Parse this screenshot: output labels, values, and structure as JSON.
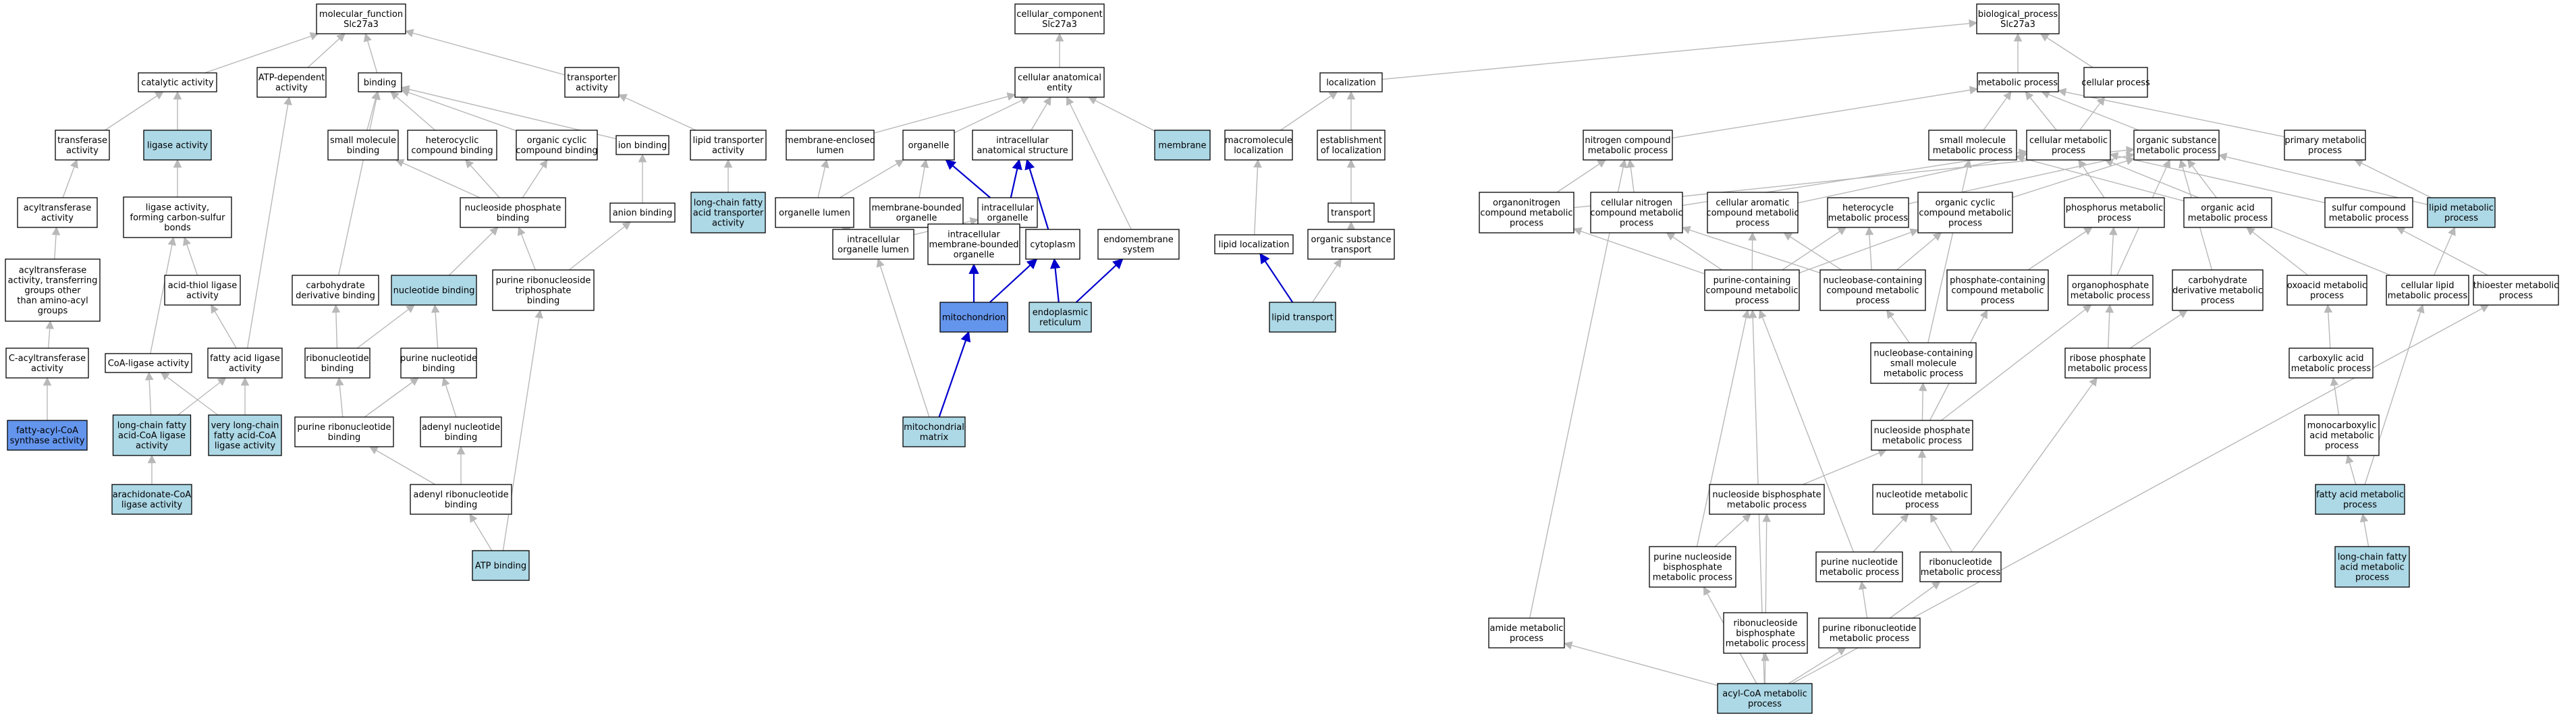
{
  "colors": {
    "node_default": "#ffffff",
    "node_light": "#add8e6",
    "node_dark": "#6495ed",
    "edge_default": "#b8b8b8",
    "edge_highlight": "#0000cc"
  },
  "nodes": [
    {
      "id": "mf",
      "label": "molecular_function\nSlc27a3",
      "fill": "white"
    },
    {
      "id": "catalytic",
      "label": "catalytic activity",
      "fill": "white"
    },
    {
      "id": "atpdep",
      "label": "ATP-dependent\nactivity",
      "fill": "white"
    },
    {
      "id": "binding",
      "label": "binding",
      "fill": "white"
    },
    {
      "id": "transporter",
      "label": "transporter\nactivity",
      "fill": "white"
    },
    {
      "id": "transferase",
      "label": "transferase\nactivity",
      "fill": "white"
    },
    {
      "id": "ligase",
      "label": "ligase activity",
      "fill": "light"
    },
    {
      "id": "smbind",
      "label": "small molecule\nbinding",
      "fill": "white"
    },
    {
      "id": "hetbind",
      "label": "heterocyclic\ncompound binding",
      "fill": "white"
    },
    {
      "id": "orgcycbind",
      "label": "organic cyclic\ncompound binding",
      "fill": "white"
    },
    {
      "id": "ionbind",
      "label": "ion binding",
      "fill": "white"
    },
    {
      "id": "lipidtrans",
      "label": "lipid transporter\nactivity",
      "fill": "white"
    },
    {
      "id": "acyltrans",
      "label": "acyltransferase\nactivity",
      "fill": "white"
    },
    {
      "id": "ligasecs",
      "label": "ligase activity,\nforming carbon-sulfur\nbonds",
      "fill": "white"
    },
    {
      "id": "nucphosbind",
      "label": "nucleoside phosphate\nbinding",
      "fill": "white"
    },
    {
      "id": "anionbind",
      "label": "anion binding",
      "fill": "white"
    },
    {
      "id": "lcfatrans",
      "label": "long-chain fatty\nacid transporter\nactivity",
      "fill": "light"
    },
    {
      "id": "acyltransother",
      "label": "acyltransferase\nactivity, transferring\ngroups other\nthan amino-acyl\ngroups",
      "fill": "white"
    },
    {
      "id": "acidthiol",
      "label": "acid-thiol ligase\nactivity",
      "fill": "white"
    },
    {
      "id": "carbderiv",
      "label": "carbohydrate\nderivative binding",
      "fill": "white"
    },
    {
      "id": "nucbind",
      "label": "nucleotide binding",
      "fill": "light"
    },
    {
      "id": "purribotri",
      "label": "purine ribonucleoside\ntriphosphate\nbinding",
      "fill": "white"
    },
    {
      "id": "cacyl",
      "label": "C-acyltransferase\nactivity",
      "fill": "white"
    },
    {
      "id": "coaligase",
      "label": "CoA-ligase activity",
      "fill": "white"
    },
    {
      "id": "faligase",
      "label": "fatty acid ligase\nactivity",
      "fill": "white"
    },
    {
      "id": "ribobind",
      "label": "ribonucleotide\nbinding",
      "fill": "white"
    },
    {
      "id": "purnucbind",
      "label": "purine nucleotide\nbinding",
      "fill": "white"
    },
    {
      "id": "facoasynth",
      "label": "fatty-acyl-CoA\nsynthase activity",
      "fill": "dark"
    },
    {
      "id": "lcfacoa",
      "label": "long-chain fatty\nacid-CoA ligase\nactivity",
      "fill": "light"
    },
    {
      "id": "vlcfacoa",
      "label": "very long-chain\nfatty acid-CoA\nligase activity",
      "fill": "light"
    },
    {
      "id": "purribobind",
      "label": "purine ribonucleotide\nbinding",
      "fill": "white"
    },
    {
      "id": "adenylnucbind",
      "label": "adenyl nucleotide\nbinding",
      "fill": "white"
    },
    {
      "id": "arachcoa",
      "label": "arachidonate-CoA\nligase activity",
      "fill": "light"
    },
    {
      "id": "adenylribobind",
      "label": "adenyl ribonucleotide\nbinding",
      "fill": "white"
    },
    {
      "id": "atpbind",
      "label": "ATP binding",
      "fill": "light"
    },
    {
      "id": "cc",
      "label": "cellular_component\nSlc27a3",
      "fill": "white"
    },
    {
      "id": "cae",
      "label": "cellular anatomical\nentity",
      "fill": "white"
    },
    {
      "id": "membenc",
      "label": "membrane-enclosed\nlumen",
      "fill": "white"
    },
    {
      "id": "organelle",
      "label": "organelle",
      "fill": "white"
    },
    {
      "id": "intracellas",
      "label": "intracellular\nanatomical structure",
      "fill": "white"
    },
    {
      "id": "membrane",
      "label": "membrane",
      "fill": "light"
    },
    {
      "id": "orglumen",
      "label": "organelle lumen",
      "fill": "white"
    },
    {
      "id": "membbound",
      "label": "membrane-bounded\norganelle",
      "fill": "white"
    },
    {
      "id": "intraorg",
      "label": "intracellular\norganelle",
      "fill": "white"
    },
    {
      "id": "intraorglumen",
      "label": "intracellular\norganelle lumen",
      "fill": "white"
    },
    {
      "id": "intramembbound",
      "label": "intracellular\nmembrane-bounded\norganelle",
      "fill": "white"
    },
    {
      "id": "cytoplasm",
      "label": "cytoplasm",
      "fill": "white"
    },
    {
      "id": "endomemb",
      "label": "endomembrane\nsystem",
      "fill": "white"
    },
    {
      "id": "mito",
      "label": "mitochondrion",
      "fill": "dark"
    },
    {
      "id": "er",
      "label": "endoplasmic\nreticulum",
      "fill": "light"
    },
    {
      "id": "mitomatrix",
      "label": "mitochondrial\nmatrix",
      "fill": "light"
    },
    {
      "id": "localization",
      "label": "localization",
      "fill": "white"
    },
    {
      "id": "macroloc",
      "label": "macromolecule\nlocalization",
      "fill": "white"
    },
    {
      "id": "estloc",
      "label": "establishment\nof localization",
      "fill": "white"
    },
    {
      "id": "transport",
      "label": "transport",
      "fill": "white"
    },
    {
      "id": "lipidloc",
      "label": "lipid localization",
      "fill": "white"
    },
    {
      "id": "orgsubtrans",
      "label": "organic substance\ntransport",
      "fill": "white"
    },
    {
      "id": "lipidtransport",
      "label": "lipid transport",
      "fill": "light"
    },
    {
      "id": "bp",
      "label": "biological_process\nSlc27a3",
      "fill": "white"
    },
    {
      "id": "metproc",
      "label": "metabolic process",
      "fill": "white"
    },
    {
      "id": "cellproc",
      "label": "cellular process",
      "fill": "white"
    },
    {
      "id": "nitromet",
      "label": "nitrogen compound\nmetabolic process",
      "fill": "white"
    },
    {
      "id": "smallmolmet",
      "label": "small molecule\nmetabolic process",
      "fill": "white"
    },
    {
      "id": "cellmet",
      "label": "cellular metabolic\nprocess",
      "fill": "white"
    },
    {
      "id": "orgsubmet",
      "label": "organic substance\nmetabolic process",
      "fill": "white"
    },
    {
      "id": "primmet",
      "label": "primary metabolic\nprocess",
      "fill": "white"
    },
    {
      "id": "organonitro",
      "label": "organonitrogen\ncompound metabolic\nprocess",
      "fill": "white"
    },
    {
      "id": "cellnitro",
      "label": "cellular nitrogen\ncompound metabolic\nprocess",
      "fill": "white"
    },
    {
      "id": "cellarom",
      "label": "cellular aromatic\ncompound metabolic\nprocess",
      "fill": "white"
    },
    {
      "id": "heterocycmet",
      "label": "heterocycle\nmetabolic process",
      "fill": "white"
    },
    {
      "id": "orgcycmet",
      "label": "organic cyclic\ncompound metabolic\nprocess",
      "fill": "white"
    },
    {
      "id": "phosphorusmet",
      "label": "phosphorus metabolic\nprocess",
      "fill": "white"
    },
    {
      "id": "orgacidmet",
      "label": "organic acid\nmetabolic process",
      "fill": "white"
    },
    {
      "id": "sulfurmet",
      "label": "sulfur compound\nmetabolic process",
      "fill": "white"
    },
    {
      "id": "lipidmet",
      "label": "lipid metabolic\nprocess",
      "fill": "light"
    },
    {
      "id": "purinecontain",
      "label": "purine-containing\ncompound metabolic\nprocess",
      "fill": "white"
    },
    {
      "id": "nucbasecontain",
      "label": "nucleobase-containing\ncompound metabolic\nprocess",
      "fill": "white"
    },
    {
      "id": "phoscontain",
      "label": "phosphate-containing\ncompound metabolic\nprocess",
      "fill": "white"
    },
    {
      "id": "organophos",
      "label": "organophosphate\nmetabolic process",
      "fill": "white"
    },
    {
      "id": "carbderivmet",
      "label": "carbohydrate\nderivative metabolic\nprocess",
      "fill": "white"
    },
    {
      "id": "oxoacid",
      "label": "oxoacid metabolic\nprocess",
      "fill": "white"
    },
    {
      "id": "celllipid",
      "label": "cellular lipid\nmetabolic process",
      "fill": "white"
    },
    {
      "id": "thioester",
      "label": "thioester metabolic\nprocess",
      "fill": "white"
    },
    {
      "id": "nucbasesmall",
      "label": "nucleobase-containing\nsmall molecule\nmetabolic process",
      "fill": "white"
    },
    {
      "id": "ribosephos",
      "label": "ribose phosphate\nmetabolic process",
      "fill": "white"
    },
    {
      "id": "carboxacid",
      "label": "carboxylic acid\nmetabolic process",
      "fill": "white"
    },
    {
      "id": "nucphosmet",
      "label": "nucleoside phosphate\nmetabolic process",
      "fill": "white"
    },
    {
      "id": "monocarbox",
      "label": "monocarboxylic\nacid metabolic\nprocess",
      "fill": "white"
    },
    {
      "id": "nucbisphos",
      "label": "nucleoside bisphosphate\nmetabolic process",
      "fill": "white"
    },
    {
      "id": "nucleotidemet",
      "label": "nucleotide metabolic\nprocess",
      "fill": "white"
    },
    {
      "id": "famet",
      "label": "fatty acid metabolic\nprocess",
      "fill": "light"
    },
    {
      "id": "purnucbisphos",
      "label": "purine nucleoside\nbisphosphate\nmetabolic process",
      "fill": "white"
    },
    {
      "id": "purnucmet",
      "label": "purine nucleotide\nmetabolic process",
      "fill": "white"
    },
    {
      "id": "ribonucmet",
      "label": "ribonucleotide\nmetabolic process",
      "fill": "white"
    },
    {
      "id": "lcfamet",
      "label": "long-chain fatty\nacid metabolic\nprocess",
      "fill": "light"
    },
    {
      "id": "amidemet",
      "label": "amide metabolic\nprocess",
      "fill": "white"
    },
    {
      "id": "ribonucbisphos",
      "label": "ribonucleoside\nbisphosphate\nmetabolic process",
      "fill": "white"
    },
    {
      "id": "purribomet",
      "label": "purine ribonucleotide\nmetabolic process",
      "fill": "white"
    },
    {
      "id": "acylcoa",
      "label": "acyl-CoA metabolic\nprocess",
      "fill": "light"
    }
  ],
  "edges": [
    [
      "catalytic",
      "mf"
    ],
    [
      "atpdep",
      "mf"
    ],
    [
      "binding",
      "mf"
    ],
    [
      "transporter",
      "mf"
    ],
    [
      "transferase",
      "catalytic"
    ],
    [
      "ligase",
      "catalytic"
    ],
    [
      "smbind",
      "binding"
    ],
    [
      "hetbind",
      "binding"
    ],
    [
      "orgcycbind",
      "binding"
    ],
    [
      "ionbind",
      "binding"
    ],
    [
      "lipidtrans",
      "transporter"
    ],
    [
      "acyltrans",
      "transferase"
    ],
    [
      "ligasecs",
      "ligase"
    ],
    [
      "nucphosbind",
      "smbind"
    ],
    [
      "nucphosbind",
      "hetbind"
    ],
    [
      "nucphosbind",
      "orgcycbind"
    ],
    [
      "anionbind",
      "ionbind"
    ],
    [
      "lcfatrans",
      "lipidtrans"
    ],
    [
      "acyltransother",
      "acyltrans"
    ],
    [
      "acidthiol",
      "ligasecs"
    ],
    [
      "carbderiv",
      "binding"
    ],
    [
      "nucbind",
      "nucphosbind"
    ],
    [
      "purribotri",
      "nucphosbind"
    ],
    [
      "purribotri",
      "anionbind"
    ],
    [
      "cacyl",
      "acyltransother"
    ],
    [
      "coaligase",
      "ligasecs"
    ],
    [
      "faligase",
      "acidthiol"
    ],
    [
      "faligase",
      "atpdep"
    ],
    [
      "ribobind",
      "carbderiv"
    ],
    [
      "ribobind",
      "nucbind"
    ],
    [
      "purnucbind",
      "nucbind"
    ],
    [
      "facoasynth",
      "cacyl"
    ],
    [
      "lcfacoa",
      "coaligase"
    ],
    [
      "lcfacoa",
      "faligase"
    ],
    [
      "vlcfacoa",
      "coaligase"
    ],
    [
      "vlcfacoa",
      "faligase"
    ],
    [
      "purribobind",
      "ribobind"
    ],
    [
      "purribobind",
      "purnucbind"
    ],
    [
      "adenylnucbind",
      "purnucbind"
    ],
    [
      "arachcoa",
      "lcfacoa"
    ],
    [
      "adenylribobind",
      "purribobind"
    ],
    [
      "adenylribobind",
      "adenylnucbind"
    ],
    [
      "atpbind",
      "adenylribobind"
    ],
    [
      "atpbind",
      "purribotri"
    ],
    [
      "cae",
      "cc"
    ],
    [
      "membenc",
      "cae"
    ],
    [
      "organelle",
      "cae"
    ],
    [
      "intracellas",
      "cae"
    ],
    [
      "membrane",
      "cae"
    ],
    [
      "orglumen",
      "membenc"
    ],
    [
      "orglumen",
      "organelle"
    ],
    [
      "membbound",
      "organelle"
    ],
    [
      "intraorg",
      "organelle"
    ],
    [
      "intraorg",
      "intracellas"
    ],
    [
      "intraorglumen",
      "orglumen"
    ],
    [
      "intraorglumen",
      "intraorg"
    ],
    [
      "intramembbound",
      "membbound"
    ],
    [
      "intramembbound",
      "intraorg"
    ],
    [
      "cytoplasm",
      "intracellas"
    ],
    [
      "endomemb",
      "cae"
    ],
    [
      "mito",
      "intramembbound"
    ],
    [
      "mito",
      "cytoplasm"
    ],
    [
      "er",
      "endomemb"
    ],
    [
      "er",
      "cytoplasm"
    ],
    [
      "mitomatrix",
      "mito"
    ],
    [
      "mitomatrix",
      "intraorglumen"
    ],
    [
      "macroloc",
      "localization"
    ],
    [
      "estloc",
      "localization"
    ],
    [
      "transport",
      "estloc"
    ],
    [
      "lipidloc",
      "macroloc"
    ],
    [
      "orgsubtrans",
      "transport"
    ],
    [
      "lipidtransport",
      "lipidloc"
    ],
    [
      "lipidtransport",
      "orgsubtrans"
    ],
    [
      "metproc",
      "bp"
    ],
    [
      "cellproc",
      "bp"
    ],
    [
      "localization",
      "bp"
    ],
    [
      "nitromet",
      "metproc"
    ],
    [
      "smallmolmet",
      "metproc"
    ],
    [
      "cellmet",
      "metproc"
    ],
    [
      "cellmet",
      "cellproc"
    ],
    [
      "orgsubmet",
      "metproc"
    ],
    [
      "primmet",
      "metproc"
    ],
    [
      "organonitro",
      "nitromet"
    ],
    [
      "organonitro",
      "orgsubmet"
    ],
    [
      "cellnitro",
      "nitromet"
    ],
    [
      "cellnitro",
      "cellmet"
    ],
    [
      "cellarom",
      "cellmet"
    ],
    [
      "heterocycmet",
      "orgsubmet"
    ],
    [
      "orgcycmet",
      "orgsubmet"
    ],
    [
      "phosphorusmet",
      "cellmet"
    ],
    [
      "orgacidmet",
      "smallmolmet"
    ],
    [
      "orgacidmet",
      "orgsubmet"
    ],
    [
      "sulfurmet",
      "cellmet"
    ],
    [
      "lipidmet",
      "orgsubmet"
    ],
    [
      "lipidmet",
      "primmet"
    ],
    [
      "purinecontain",
      "organonitro"
    ],
    [
      "purinecontain",
      "cellnitro"
    ],
    [
      "purinecontain",
      "cellarom"
    ],
    [
      "purinecontain",
      "heterocycmet"
    ],
    [
      "purinecontain",
      "orgcycmet"
    ],
    [
      "nucbasecontain",
      "cellnitro"
    ],
    [
      "nucbasecontain",
      "cellarom"
    ],
    [
      "nucbasecontain",
      "heterocycmet"
    ],
    [
      "nucbasecontain",
      "orgcycmet"
    ],
    [
      "phoscontain",
      "phosphorusmet"
    ],
    [
      "organophos",
      "phosphorusmet"
    ],
    [
      "organophos",
      "orgsubmet"
    ],
    [
      "carbderivmet",
      "orgsubmet"
    ],
    [
      "oxoacid",
      "orgacidmet"
    ],
    [
      "celllipid",
      "lipidmet"
    ],
    [
      "celllipid",
      "cellmet"
    ],
    [
      "thioester",
      "sulfurmet"
    ],
    [
      "nucbasesmall",
      "nucbasecontain"
    ],
    [
      "nucbasesmall",
      "smallmolmet"
    ],
    [
      "ribosephos",
      "organophos"
    ],
    [
      "ribosephos",
      "carbderivmet"
    ],
    [
      "carboxacid",
      "oxoacid"
    ],
    [
      "nucphosmet",
      "nucbasesmall"
    ],
    [
      "nucphosmet",
      "phoscontain"
    ],
    [
      "nucphosmet",
      "organophos"
    ],
    [
      "monocarbox",
      "carboxacid"
    ],
    [
      "nucbisphos",
      "nucphosmet"
    ],
    [
      "nucleotidemet",
      "nucphosmet"
    ],
    [
      "famet",
      "monocarbox"
    ],
    [
      "famet",
      "celllipid"
    ],
    [
      "purnucbisphos",
      "nucbisphos"
    ],
    [
      "purnucbisphos",
      "purinecontain"
    ],
    [
      "purnucmet",
      "nucleotidemet"
    ],
    [
      "purnucmet",
      "purinecontain"
    ],
    [
      "ribonucmet",
      "nucleotidemet"
    ],
    [
      "ribonucmet",
      "ribosephos"
    ],
    [
      "lcfamet",
      "famet"
    ],
    [
      "amidemet",
      "nitromet"
    ],
    [
      "ribonucbisphos",
      "nucbisphos"
    ],
    [
      "purribomet",
      "purnucmet"
    ],
    [
      "purribomet",
      "ribonucmet"
    ],
    [
      "acylcoa",
      "amidemet"
    ],
    [
      "acylcoa",
      "purnucbisphos"
    ],
    [
      "acylcoa",
      "ribonucbisphos"
    ],
    [
      "acylcoa",
      "purribomet"
    ],
    [
      "acylcoa",
      "thioester"
    ],
    [
      "acylcoa",
      "purinecontain"
    ]
  ],
  "highlight_edges": [
    [
      "intraorg",
      "organelle"
    ],
    [
      "intraorg",
      "intracellas"
    ],
    [
      "intramembbound",
      "intraorg"
    ],
    [
      "cytoplasm",
      "intracellas"
    ],
    [
      "mito",
      "intramembbound"
    ],
    [
      "mito",
      "cytoplasm"
    ],
    [
      "er",
      "endomemb"
    ],
    [
      "er",
      "cytoplasm"
    ],
    [
      "mitomatrix",
      "mito"
    ],
    [
      "lipidtransport",
      "lipidloc"
    ]
  ]
}
